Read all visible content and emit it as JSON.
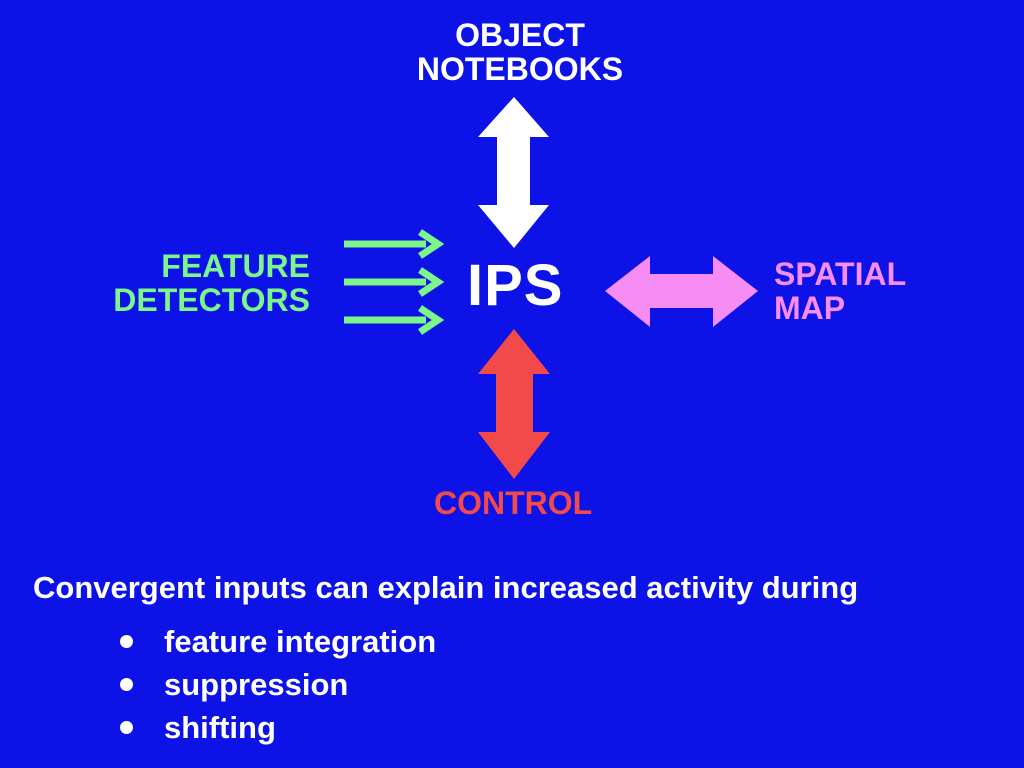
{
  "colors": {
    "background": "#0d12e6",
    "white": "#ffffff",
    "feature": "#7cf58a",
    "spatial": "#f78cf5",
    "control": "#f24a4a"
  },
  "diagram": {
    "center_label": "IPS",
    "top_label_lines": [
      "OBJECT",
      "NOTEBOOKS"
    ],
    "left_label_lines": [
      "FEATURE",
      "DETECTORS"
    ],
    "right_label_lines": [
      "SPATIAL",
      "MAP"
    ],
    "bottom_label": "CONTROL"
  },
  "summary": {
    "heading": "Convergent inputs can explain increased activity during",
    "items": [
      {
        "label": "feature integration"
      },
      {
        "label": "suppression"
      },
      {
        "label": "shifting"
      }
    ]
  }
}
